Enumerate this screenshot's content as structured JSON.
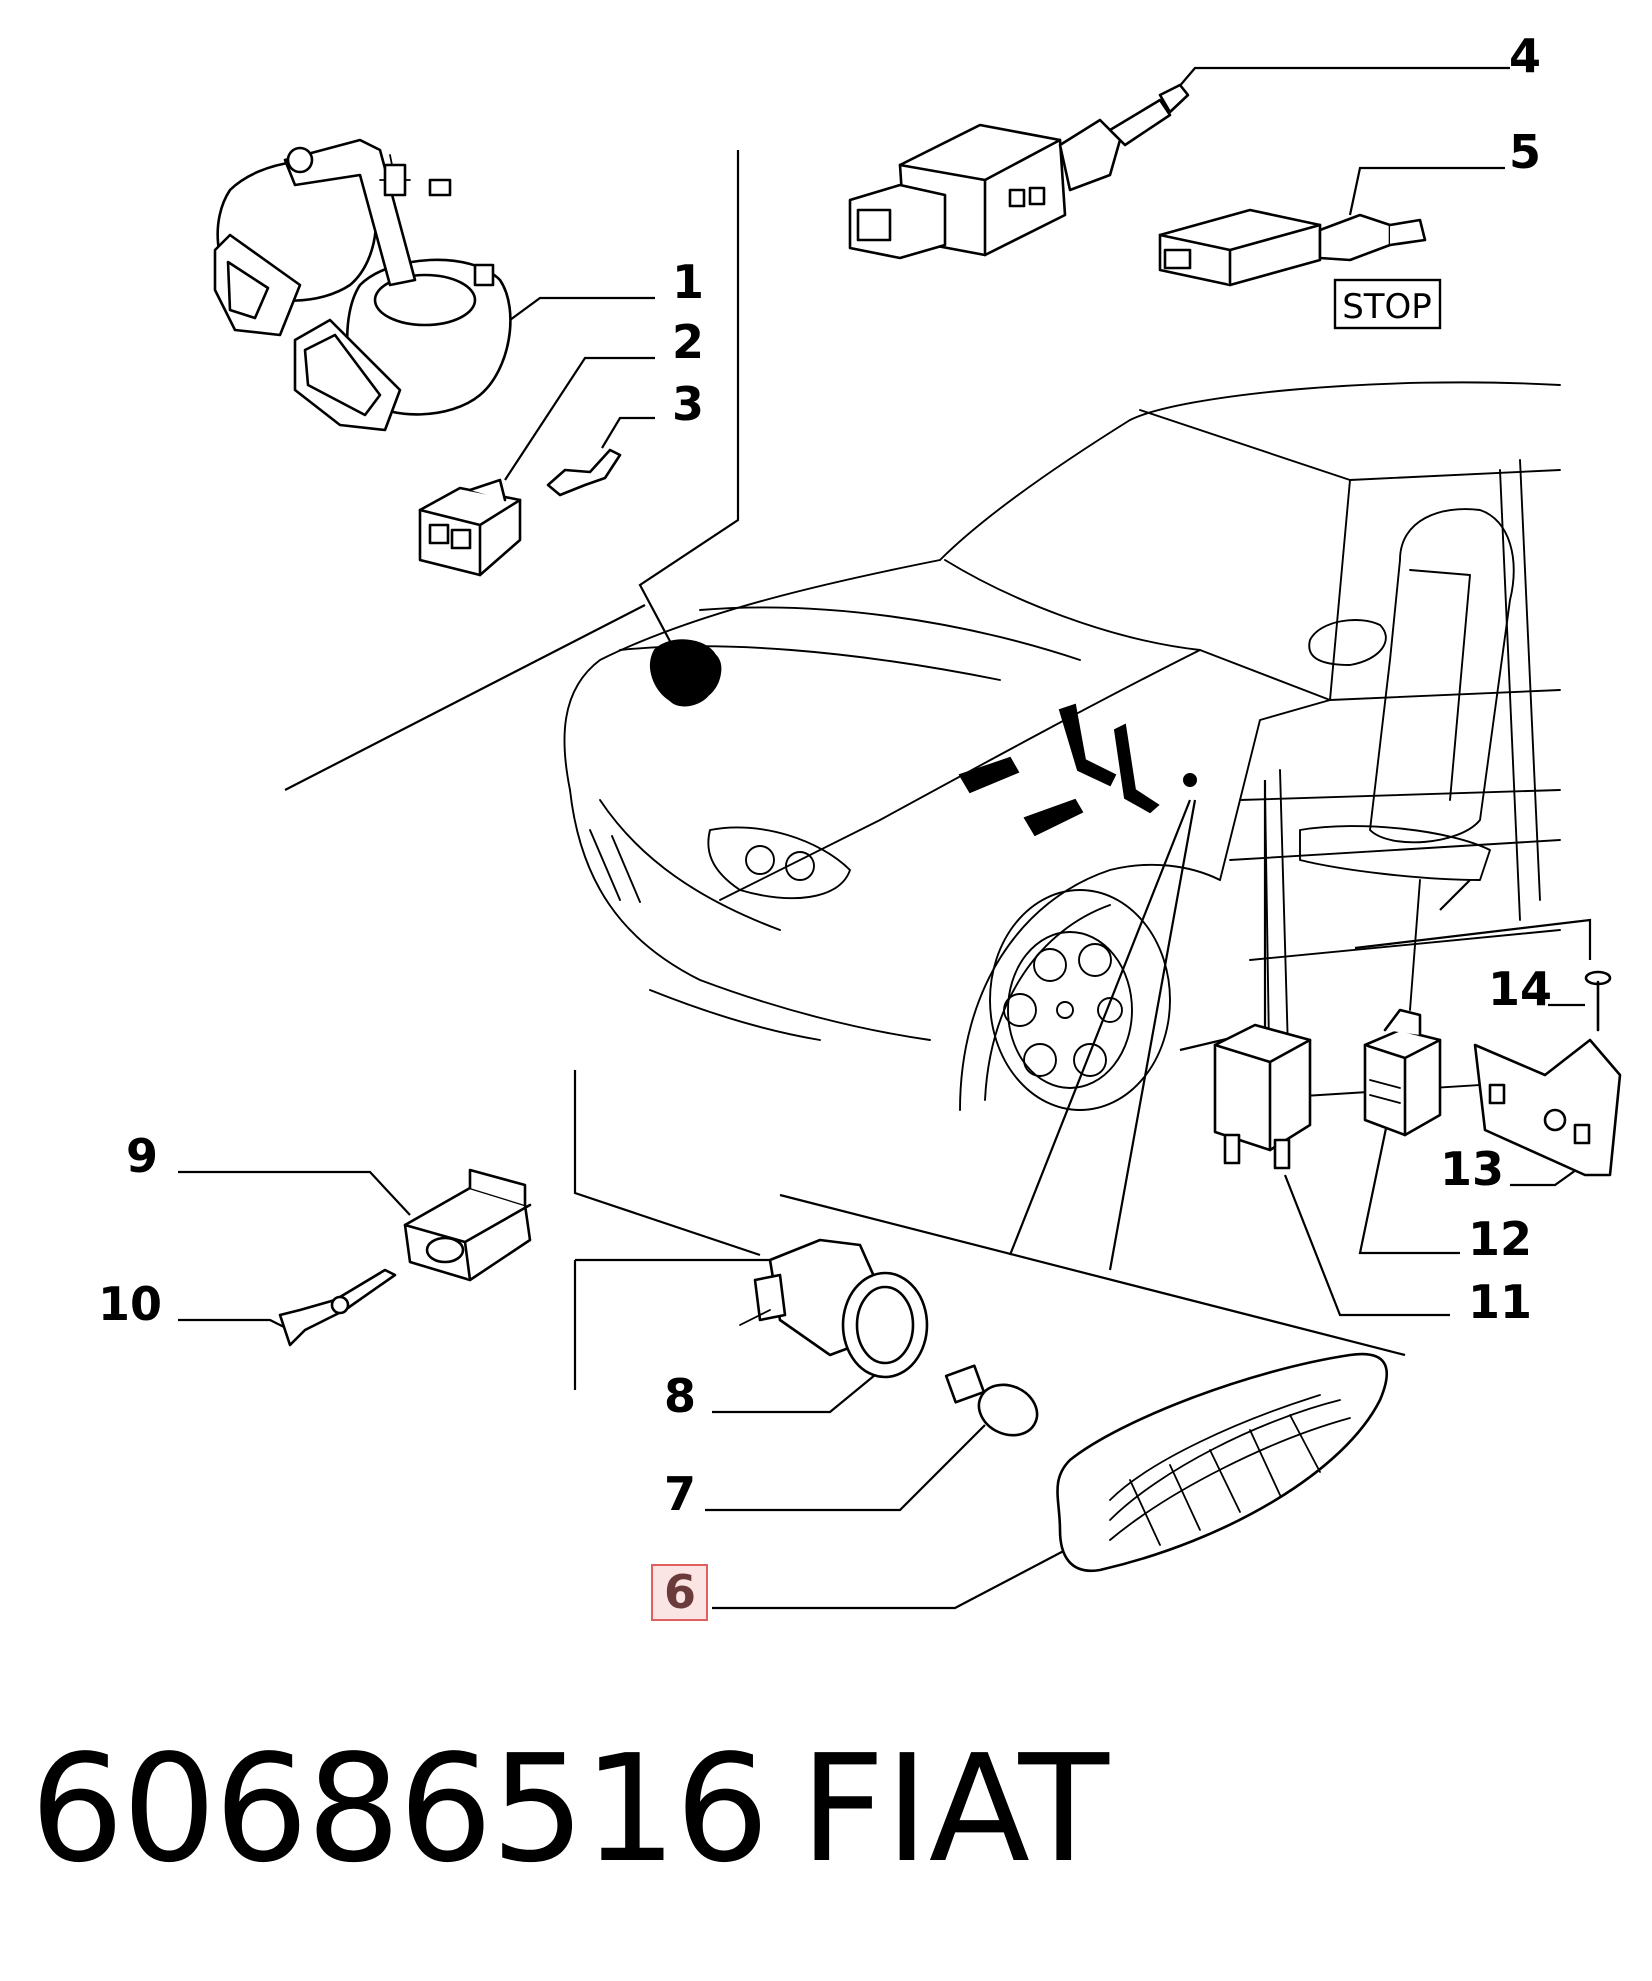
{
  "callouts": [
    {
      "id": "1",
      "label": "1",
      "highlight": false
    },
    {
      "id": "2",
      "label": "2",
      "highlight": false
    },
    {
      "id": "3",
      "label": "3",
      "highlight": false
    },
    {
      "id": "4",
      "label": "4",
      "highlight": false
    },
    {
      "id": "5",
      "label": "5",
      "highlight": false
    },
    {
      "id": "6",
      "label": "6",
      "highlight": true
    },
    {
      "id": "7",
      "label": "7",
      "highlight": false
    },
    {
      "id": "8",
      "label": "8",
      "highlight": false
    },
    {
      "id": "9",
      "label": "9",
      "highlight": false
    },
    {
      "id": "10",
      "label": "10",
      "highlight": false
    },
    {
      "id": "11",
      "label": "11",
      "highlight": false
    },
    {
      "id": "12",
      "label": "12",
      "highlight": false
    },
    {
      "id": "13",
      "label": "13",
      "highlight": false
    },
    {
      "id": "14",
      "label": "14",
      "highlight": false
    }
  ],
  "stop_label": "STOP",
  "footer": {
    "part_number": "60686516",
    "brand": "FIAT"
  },
  "colors": {
    "highlight_border": "#e06060",
    "highlight_fill": "#fbe4e4",
    "highlight_text": "#6b3b3b",
    "line": "#000000",
    "background": "#ffffff"
  }
}
